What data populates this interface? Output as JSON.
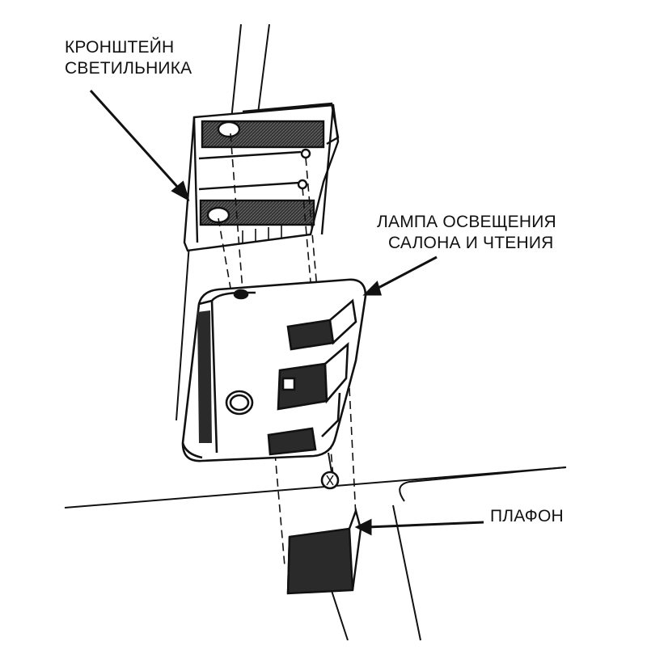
{
  "labels": {
    "bracket": {
      "line1": "КРОНШТЕЙН",
      "line2": "СВЕТИЛЬНИКА"
    },
    "lamp": {
      "line1": "ЛАМПА ОСВЕЩЕНИЯ",
      "line2": "САЛОНА И ЧТЕНИЯ"
    },
    "dome": {
      "line1": "ПЛАФОН"
    }
  },
  "colors": {
    "ink": "#111111",
    "shade": "#2a2a2a",
    "paper": "#ffffff"
  }
}
